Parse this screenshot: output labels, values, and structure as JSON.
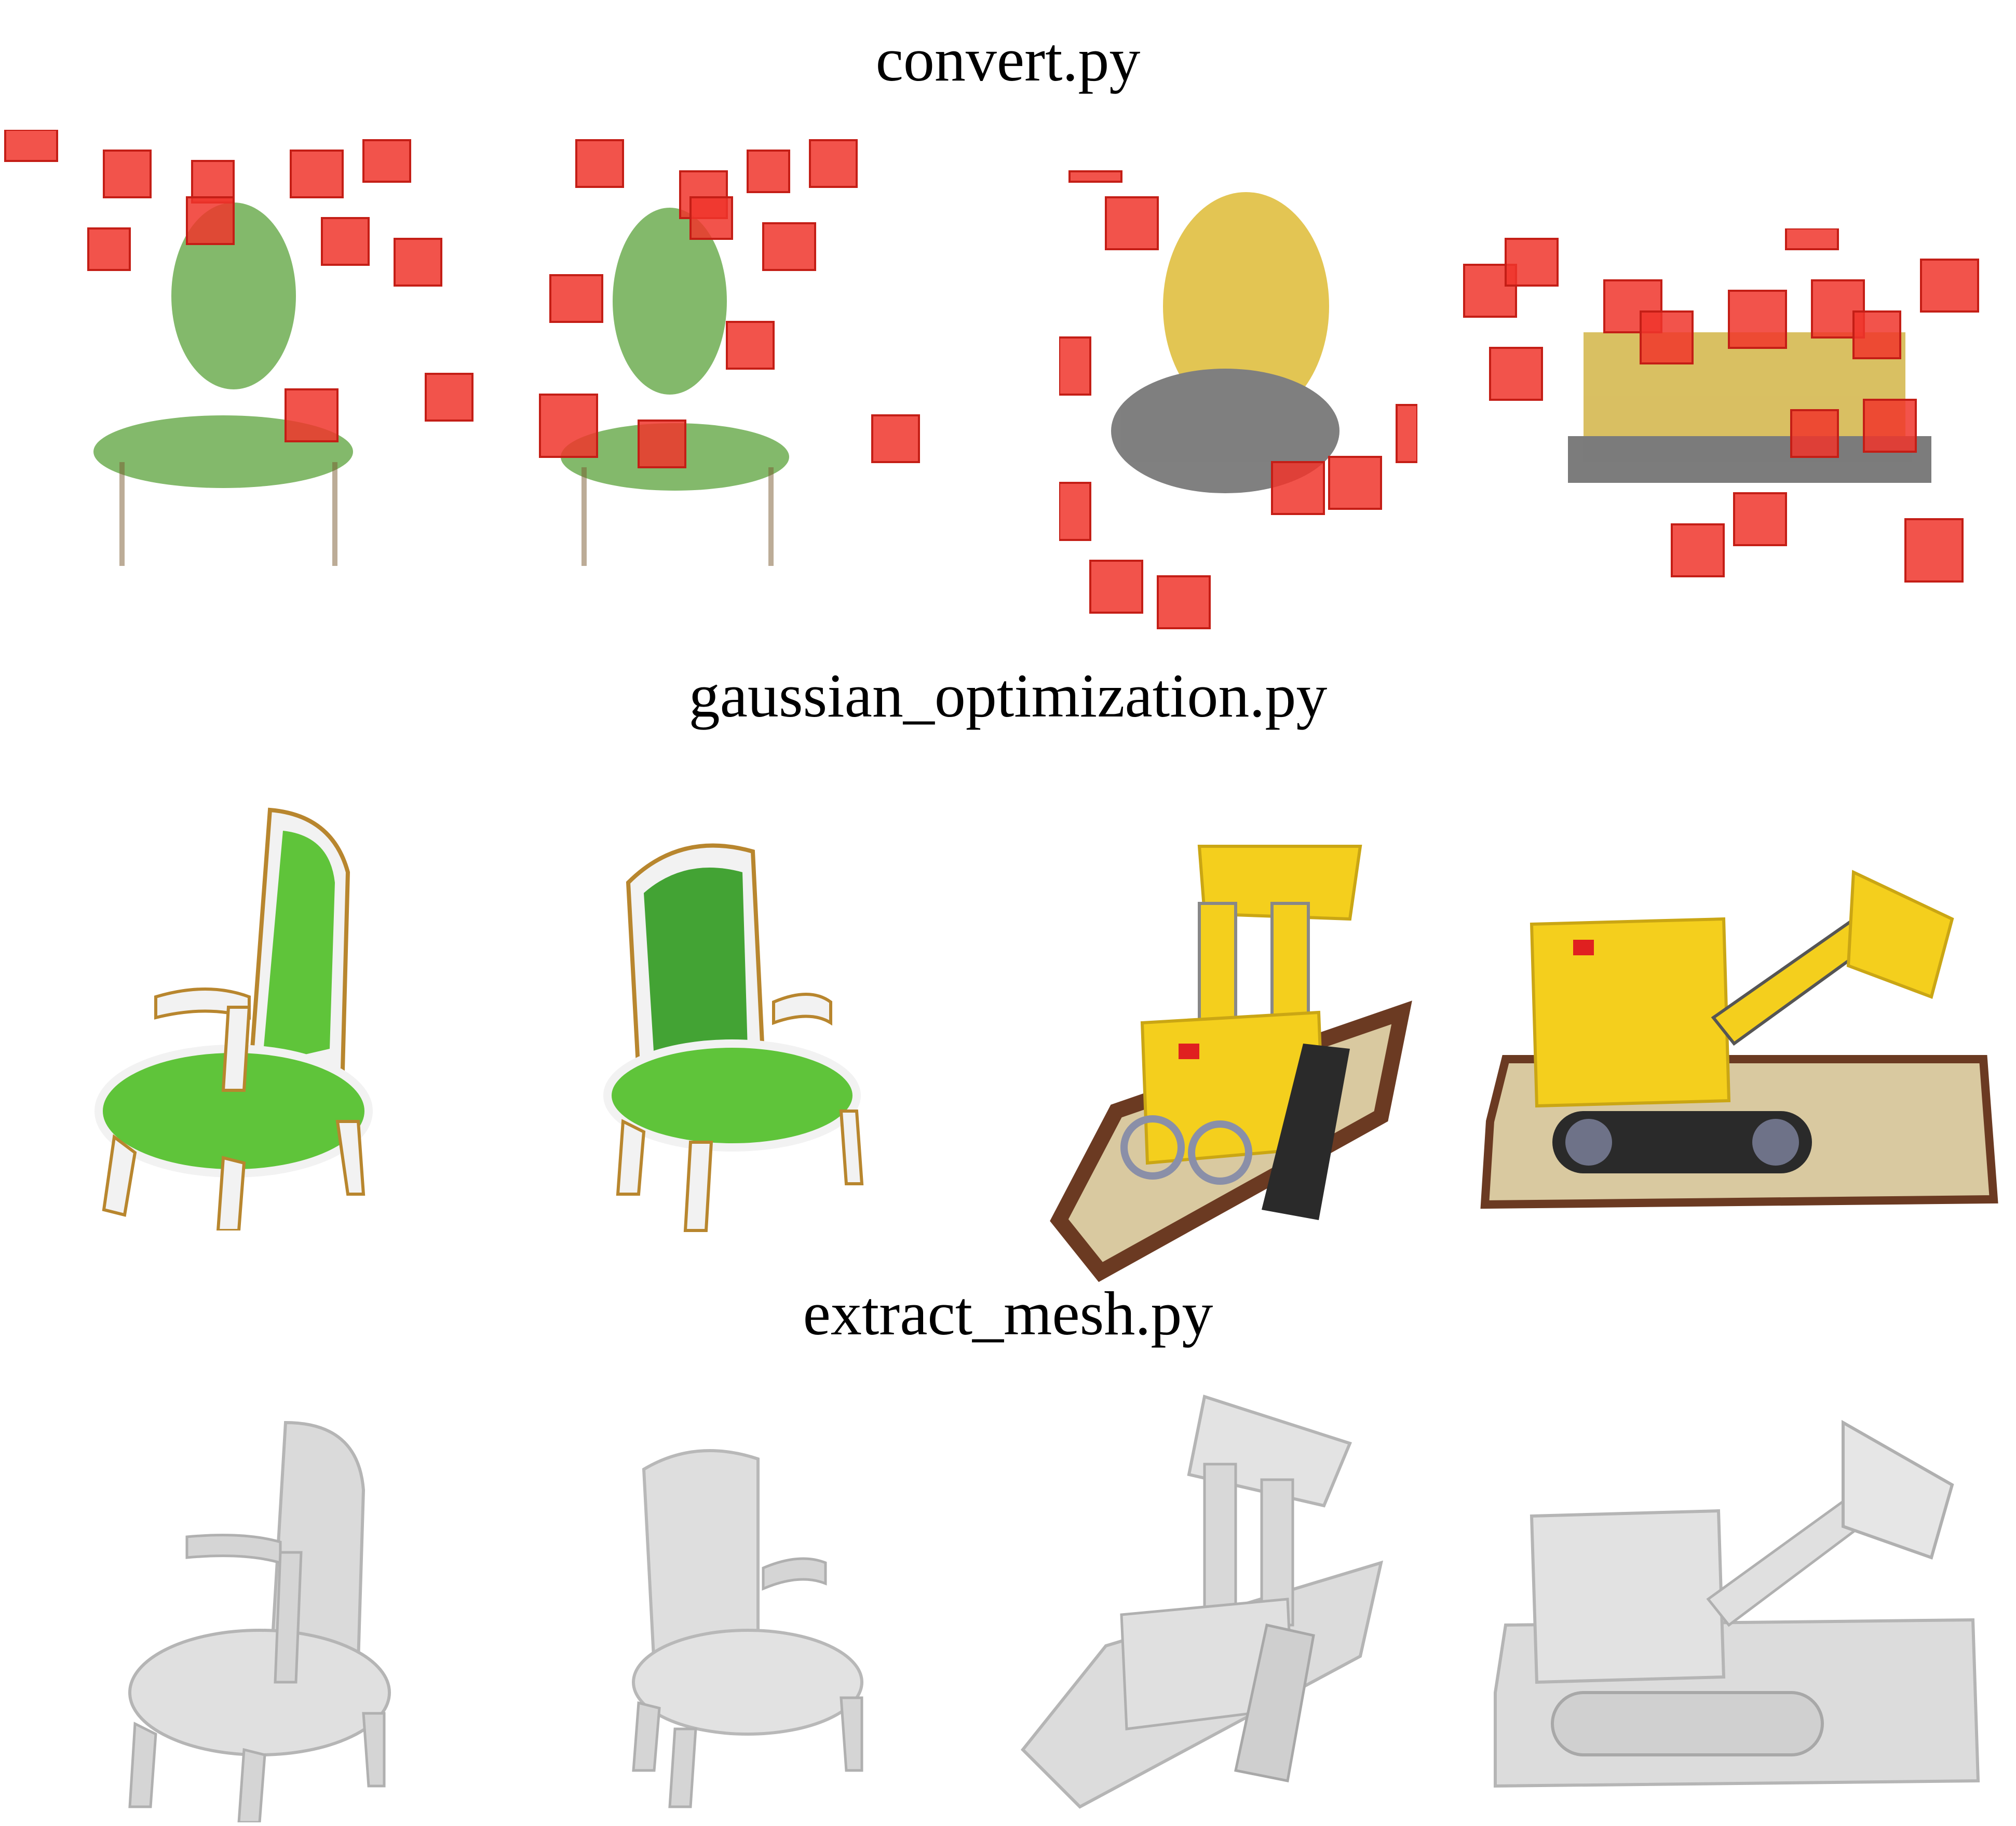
{
  "sections": [
    {
      "title": "convert.py"
    },
    {
      "title": "gaussian_optimization.py"
    },
    {
      "title": "extract_mesh.py"
    }
  ],
  "colors": {
    "camera_frustum": "#f0352c",
    "chair_fabric": "#5fc43a",
    "chair_wood": "#f2f2f2",
    "chair_gold": "#b8862e",
    "lego_yellow": "#f4cf1d",
    "lego_dark": "#2a2a2a",
    "lego_base": "#d9c9a0",
    "lego_brown": "#6b3a22",
    "mesh_gray": "#d9d9d9"
  }
}
